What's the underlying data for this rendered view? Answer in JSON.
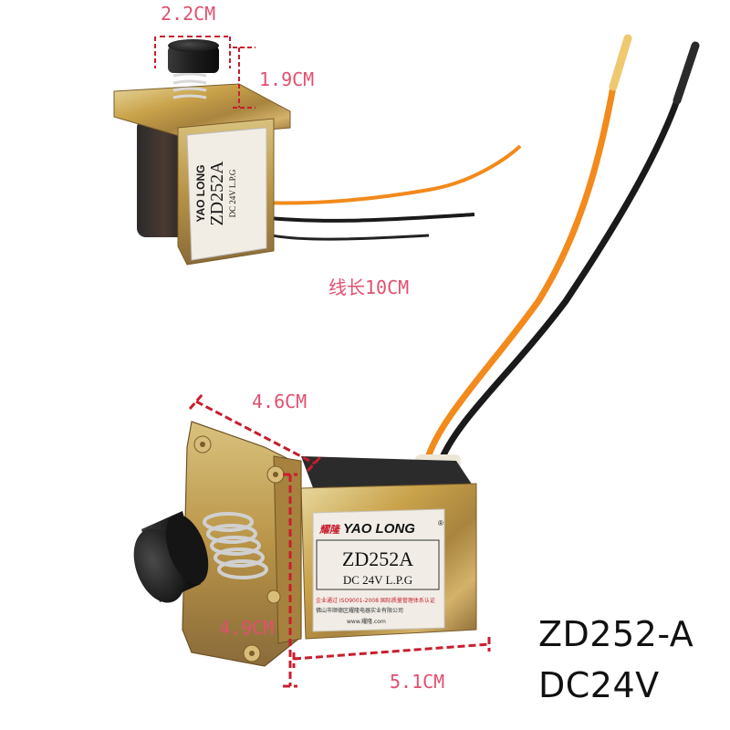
{
  "labels": {
    "small_width": "2.2CM",
    "small_height": "1.9CM",
    "wire_length": "线长10CM",
    "large_width": "4.6CM",
    "large_height": "4.9CM",
    "large_depth": "5.1CM"
  },
  "product": {
    "brand_cn": "耀隆",
    "brand_en": "YAO LONG",
    "registered": "®",
    "model": "ZD252A",
    "spec": "DC 24V L.P.G",
    "cert_line": "企业通过 ISO9001-2008 国际质量管理体系认证",
    "maker_line": "佛山市顺德区耀隆电器实业有限公司",
    "web_line": "www.耀隆.com"
  },
  "caption": {
    "model": "ZD252-A",
    "voltage": "DC24V"
  },
  "colors": {
    "dimension_text": "#e0506f",
    "dimension_line": "#c81e2e",
    "wire_orange": "#f28a1c",
    "wire_black": "#1a1a1a",
    "body_gold": "#c9a24a"
  }
}
